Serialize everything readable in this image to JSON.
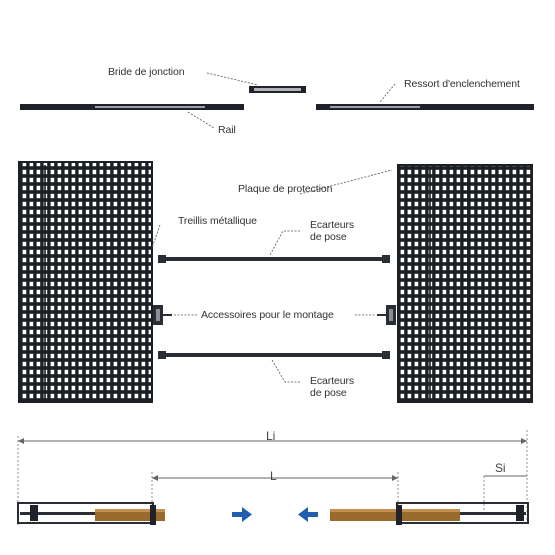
{
  "labels": {
    "bride": "Bride de jonction",
    "ressort": "Ressort d'enclenchement",
    "rail": "Rail",
    "plaque": "Plaque de protection",
    "treillis": "Treillis métallique",
    "ecarteurs_top_line1": "Ecarteurs",
    "ecarteurs_top_line2": "de pose",
    "accessoires": "Accessoires pour le montage",
    "ecarteurs_bottom_line1": "Ecarteurs",
    "ecarteurs_bottom_line2": "de pose"
  },
  "dimensions": {
    "li": "Li",
    "l": "L",
    "si": "Si"
  },
  "colors": {
    "steel": "#1f2329",
    "wood": "#9a6a2c",
    "arrow": "#1f5fae",
    "leader": "#555555"
  }
}
